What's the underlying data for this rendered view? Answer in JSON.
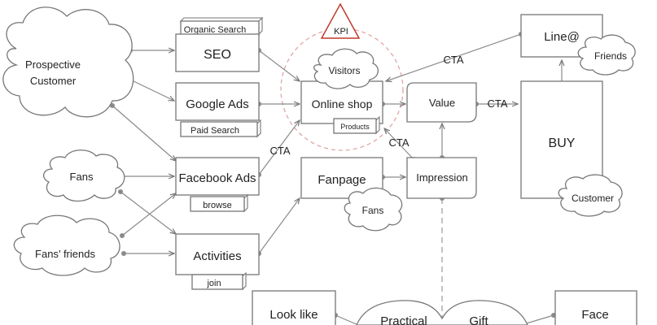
{
  "kpi": {
    "label": "KPI",
    "color": "#c0392b"
  },
  "nodes": {
    "prospective_customer": [
      "Prospective",
      "Customer"
    ],
    "fans": "Fans",
    "fans_friends": "Fans’ friends",
    "seo": "SEO",
    "organic_search": "Organic Search",
    "google_ads": "Google Ads",
    "paid_search": "Paid Search",
    "facebook_ads": "Facebook Ads",
    "browse": "browse",
    "activities": "Activities",
    "join": "join",
    "online_shop": "Online shop",
    "visitors": "Visitors",
    "products": "Products",
    "fanpage": "Fanpage",
    "fanpage_fans": "Fans",
    "value": "Value",
    "impression": "Impression",
    "line_at": "Line@",
    "friends": "Friends",
    "buy": "BUY",
    "customer": "Customer",
    "look_like": "Look like",
    "practical": "Practical",
    "gift": "Gift",
    "face": "Face"
  },
  "edge_labels": {
    "cta_line": "CTA",
    "cta_buy": "CTA",
    "cta_fbads": "CTA",
    "cta_impression": "CTA"
  }
}
